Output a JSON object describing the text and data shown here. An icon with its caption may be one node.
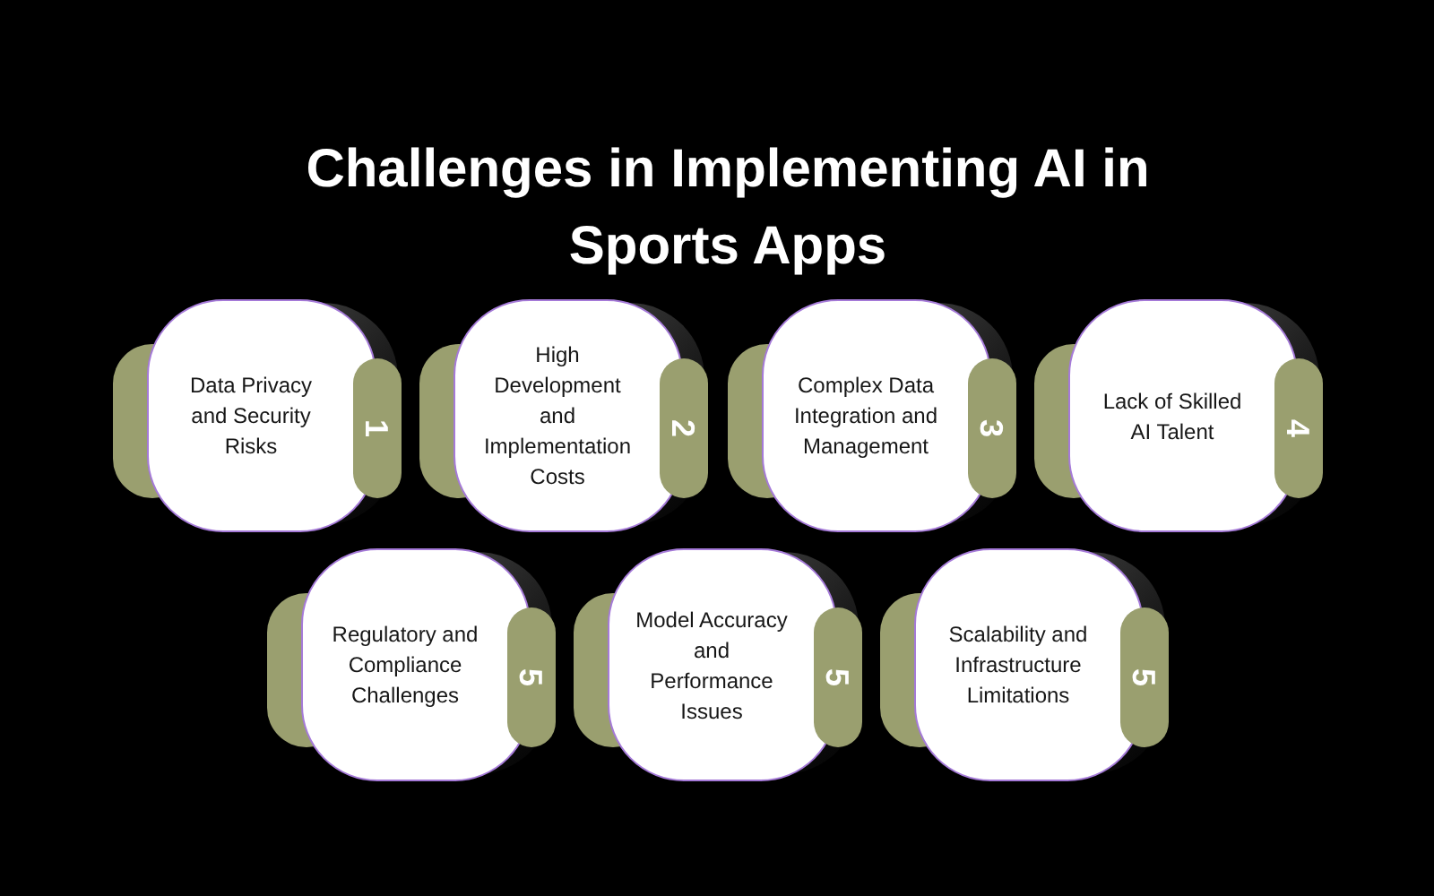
{
  "diagram": {
    "title": "Challenges in Implementing AI in Sports Apps",
    "nodes": [
      {
        "text": [
          "Data Privacy and Security Risks",
          "1"
        ]
      },
      {
        "text": [
          "High Development and Implementation Costs",
          "2"
        ]
      },
      {
        "text": [
          "Complex Data Integration and Management",
          "3"
        ]
      },
      {
        "text": [
          "Lack of Skilled AI Talent",
          "4"
        ]
      },
      {
        "text": [
          "Regulatory and Compliance Challenges",
          "5"
        ]
      },
      {
        "text": [
          "Model Accuracy and Performance Issues",
          "5"
        ]
      },
      {
        "text": [
          "Scalability and Infrastructure Limitations",
          "5"
        ]
      }
    ]
  }
}
